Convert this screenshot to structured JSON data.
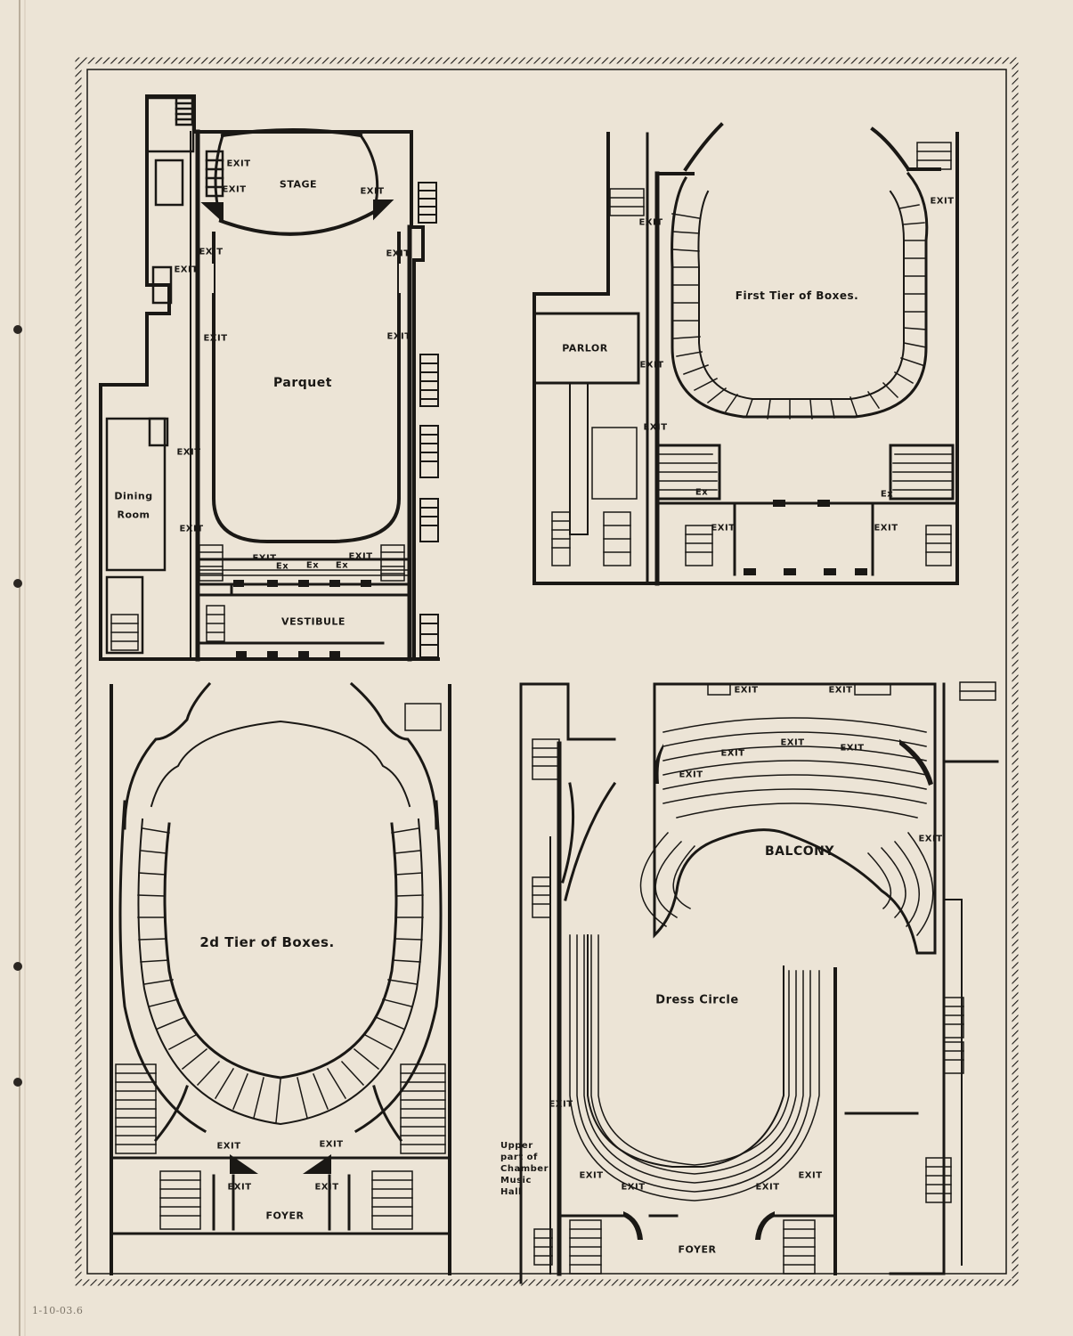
{
  "plans": {
    "parquet": {
      "title": "Parquet",
      "stage": "STAGE",
      "vestibule": "VESTIBULE",
      "dining_line1": "Dining",
      "dining_line2": "Room",
      "exit": "EXIT",
      "ex": "Ex"
    },
    "first_tier": {
      "title": "First Tier of Boxes.",
      "parlor": "PARLOR",
      "exit": "EXIT",
      "ex": "Ex"
    },
    "second_tier": {
      "title": "2d Tier of Boxes.",
      "foyer": "FOYER",
      "exit": "EXIT"
    },
    "balcony": {
      "title": "BALCONY",
      "dress_circle": "Dress Circle",
      "foyer": "FOYER",
      "exit": "EXIT",
      "chamber_note": "Upper part of Chamber Music Hall"
    }
  },
  "margin_note": "1-10-03.6",
  "colors": {
    "paper": "#ece4d6",
    "ink": "#1a1815"
  }
}
